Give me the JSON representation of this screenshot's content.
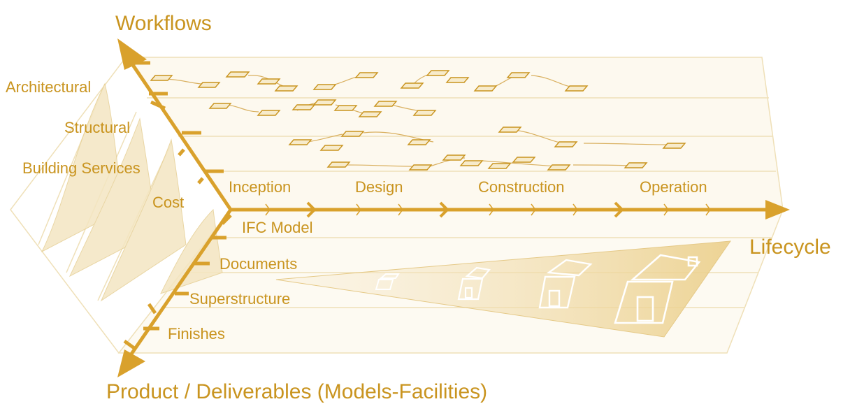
{
  "axes": {
    "workflows": "Workflows",
    "lifecycle": "Lifecycle",
    "product": "Product / Deliverables (Models-Facilities)"
  },
  "workflow_items": [
    "Architectural",
    "Structural",
    "Building Services",
    "Cost"
  ],
  "lifecycle_phases": [
    "Inception",
    "Design",
    "Construction",
    "Operation"
  ],
  "product_items": [
    "IFC Model",
    "Documents",
    "Superstructure",
    "Finishes"
  ],
  "colors": {
    "accent": "#c9941f",
    "axis": "#d9a12c",
    "plane_line": "#ecd9a8",
    "fill_light": "#f3e2b8",
    "wedge": "#f0d89a"
  }
}
